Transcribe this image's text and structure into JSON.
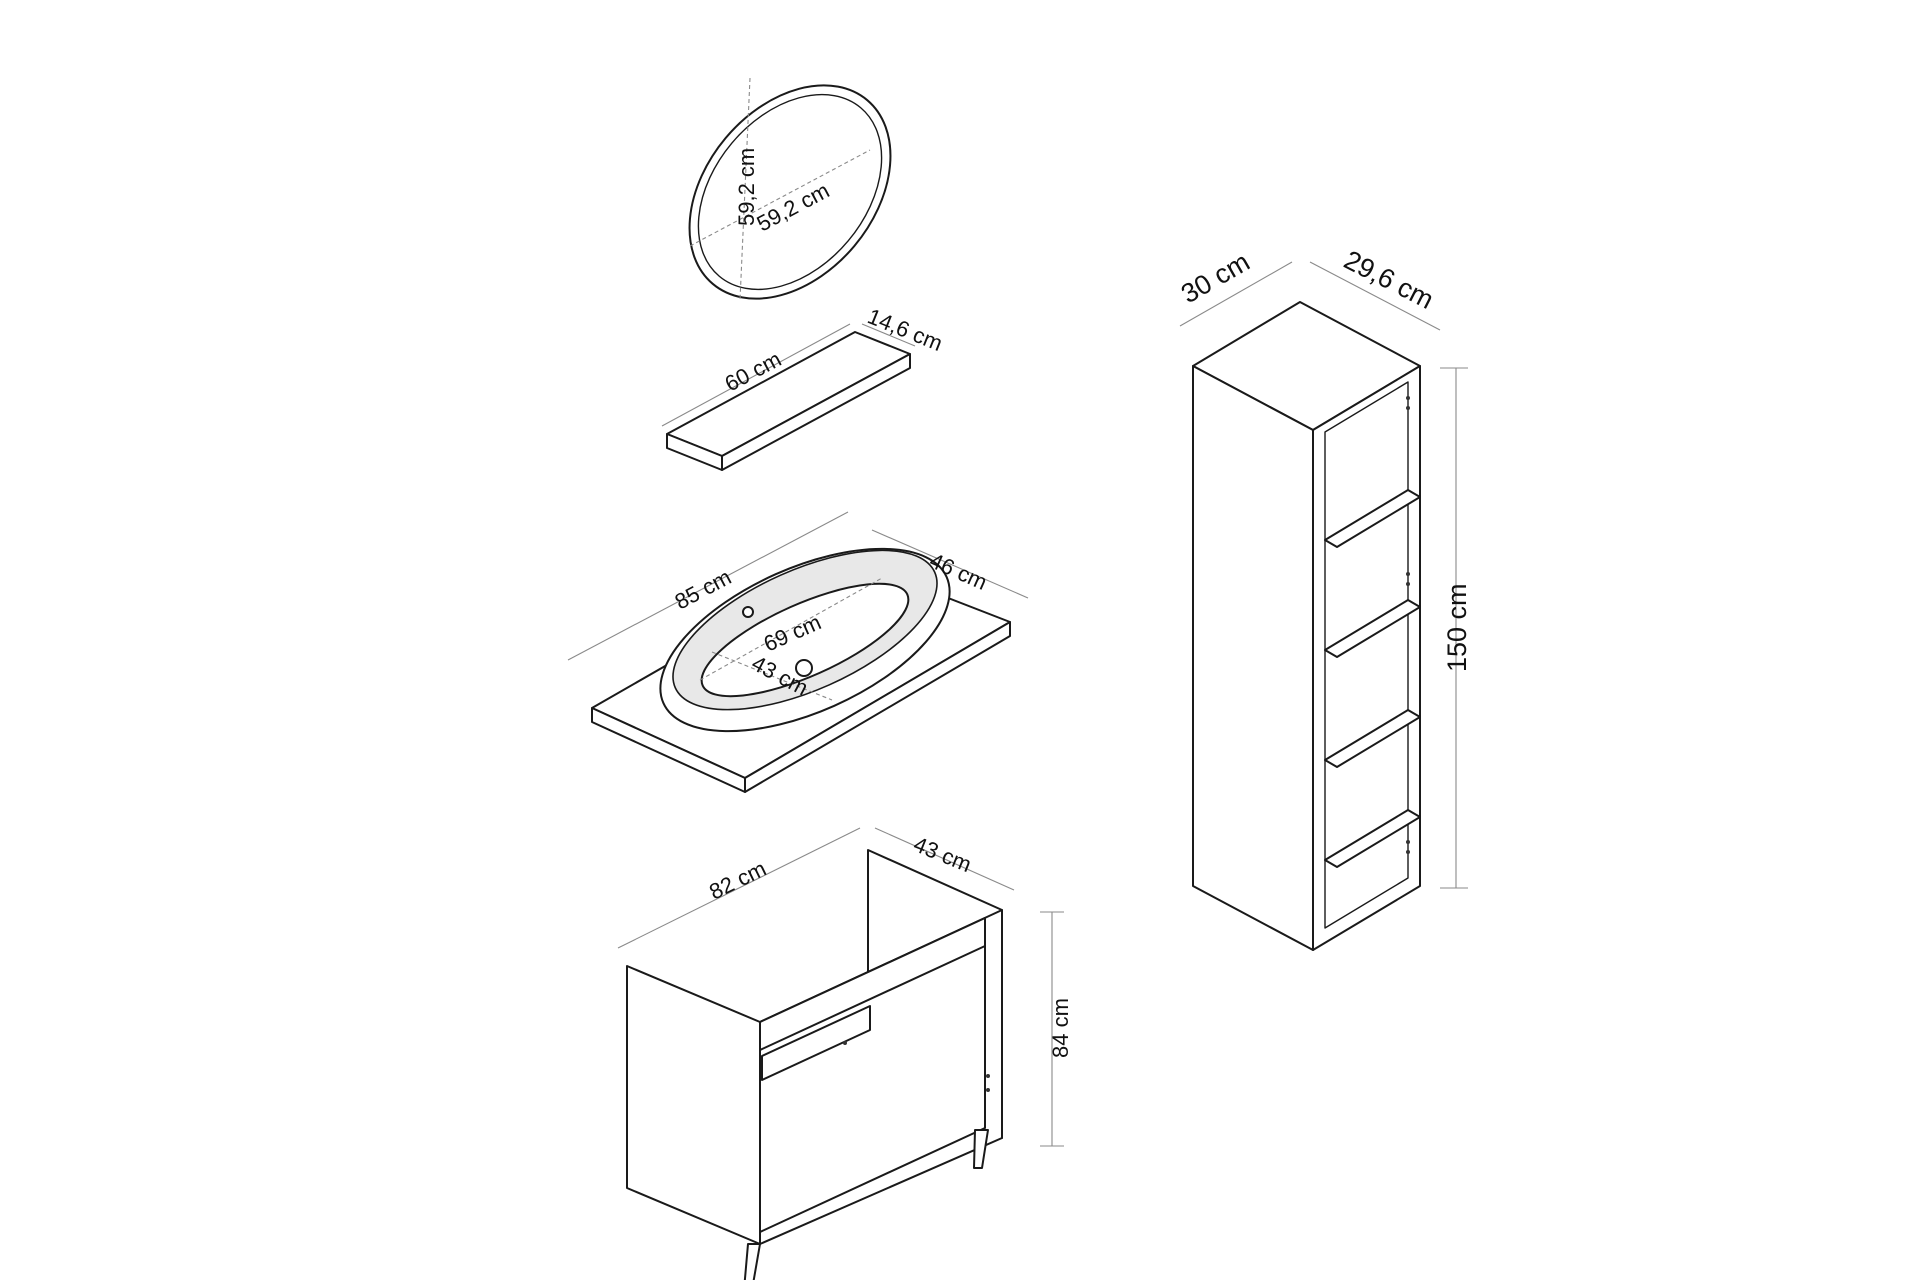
{
  "labels": {
    "mirror_height": "59,2 cm",
    "mirror_width": "59,2 cm",
    "shelf_depth": "14,6 cm",
    "shelf_width": "60 cm",
    "top_width": "85 cm",
    "top_depth": "46 cm",
    "basin_width": "69 cm",
    "basin_depth": "43 cm",
    "cabinet_width": "82 cm",
    "cabinet_depth": "43 cm",
    "cabinet_height": "84 cm",
    "column_width": "30 cm",
    "column_depth": "29,6 cm",
    "column_height": "150 cm"
  },
  "colors": {
    "line": "#1a1a1a",
    "dimension": "#8a8a8a",
    "shade": "#e8e8e8"
  }
}
